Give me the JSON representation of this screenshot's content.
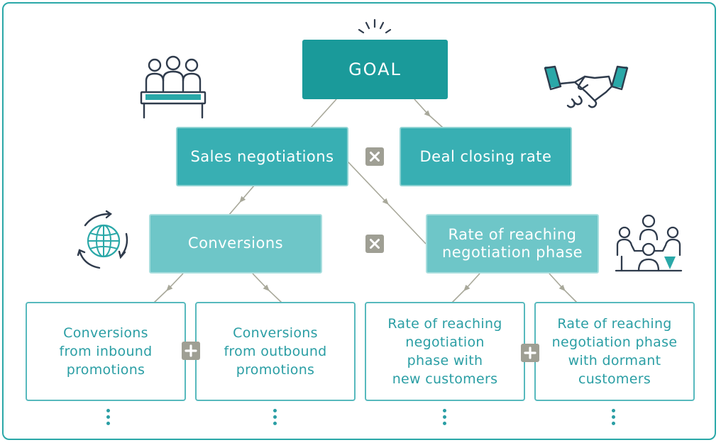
{
  "goal": "GOAL",
  "level2": {
    "left": "Sales negotiations",
    "right": "Deal closing rate"
  },
  "level3": {
    "left": "Conversions",
    "right_line1": "Rate of reaching",
    "right_line2": "negotiation phase"
  },
  "leaves": [
    {
      "lines": [
        "Conversions",
        "from inbound",
        "promotions"
      ]
    },
    {
      "lines": [
        "Conversions",
        "from outbound",
        "promotions"
      ]
    },
    {
      "lines": [
        "Rate of reaching",
        "negotiation",
        "phase with",
        "new customers"
      ]
    },
    {
      "lines": [
        "Rate of reaching",
        "negotiation phase",
        "with dormant",
        "customers"
      ]
    }
  ],
  "operators": {
    "multiply": "×",
    "add": "+"
  },
  "colors": {
    "goal": "#1a9a9a",
    "level2": "#38afb3",
    "level3": "#6ec6c8",
    "leaf_text": "#2a9ea4",
    "operator": "#9f9f94",
    "connector": "#a8a89a"
  },
  "icons": [
    "sparkle-icon",
    "meeting-icon",
    "handshake-icon",
    "globe-cycle-icon",
    "discussion-icon"
  ]
}
